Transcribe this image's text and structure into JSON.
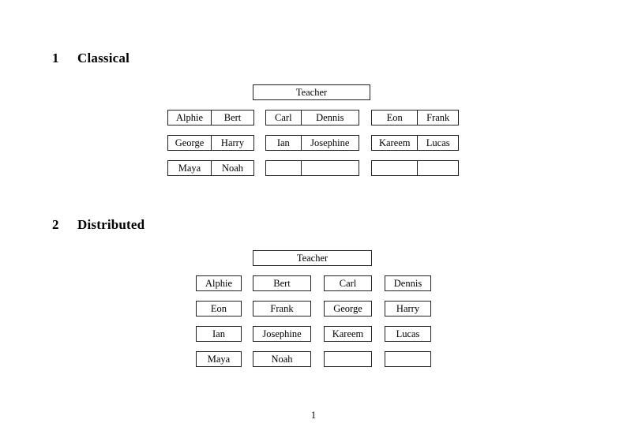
{
  "document": {
    "page_number": "1",
    "font_style": "serif-latex"
  },
  "sections": [
    {
      "number": "1",
      "title": "Classical",
      "layout": "classical",
      "teacher": {
        "label": "Teacher"
      },
      "column_groups": [
        {
          "rows": [
            {
              "left": "Alphie",
              "right": "Bert"
            },
            {
              "left": "George",
              "right": "Harry"
            },
            {
              "left": "Maya",
              "right": "Noah"
            }
          ]
        },
        {
          "rows": [
            {
              "left": "Carl",
              "right": "Dennis"
            },
            {
              "left": "Ian",
              "right": "Josephine"
            },
            {
              "left": "",
              "right": ""
            }
          ]
        },
        {
          "rows": [
            {
              "left": "Eon",
              "right": "Frank"
            },
            {
              "left": "Kareem",
              "right": "Lucas"
            },
            {
              "left": "",
              "right": ""
            }
          ]
        }
      ]
    },
    {
      "number": "2",
      "title": "Distributed",
      "layout": "distributed",
      "teacher": {
        "label": "Teacher"
      },
      "rows": [
        {
          "cells": [
            "Alphie",
            "Bert",
            "Carl",
            "Dennis"
          ]
        },
        {
          "cells": [
            "Eon",
            "Frank",
            "George",
            "Harry"
          ]
        },
        {
          "cells": [
            "Ian",
            "Josephine",
            "Kareem",
            "Lucas"
          ]
        },
        {
          "cells": [
            "Maya",
            "Noah",
            "",
            ""
          ]
        }
      ]
    }
  ],
  "colors": {
    "page_background": "#ffffff",
    "text": "#000000",
    "box_border": "#222222"
  }
}
